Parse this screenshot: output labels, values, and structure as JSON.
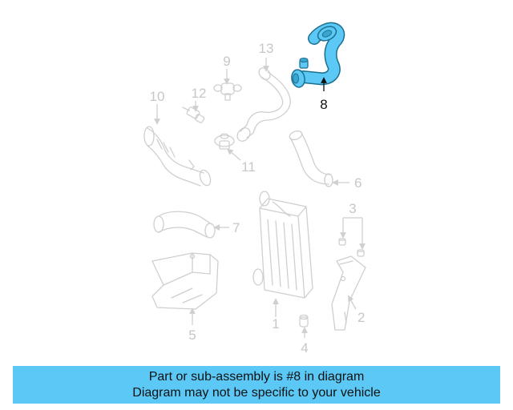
{
  "highlight_color": "#5bc8f5",
  "callouts": [
    "1",
    "2",
    "3",
    "4",
    "5",
    "6",
    "7",
    "8",
    "9",
    "10",
    "11",
    "12",
    "13"
  ],
  "highlighted_callout": "8",
  "banner": {
    "line1": "Part or sub-assembly is #8 in diagram",
    "line2": "Diagram may not be specific to your vehicle"
  }
}
